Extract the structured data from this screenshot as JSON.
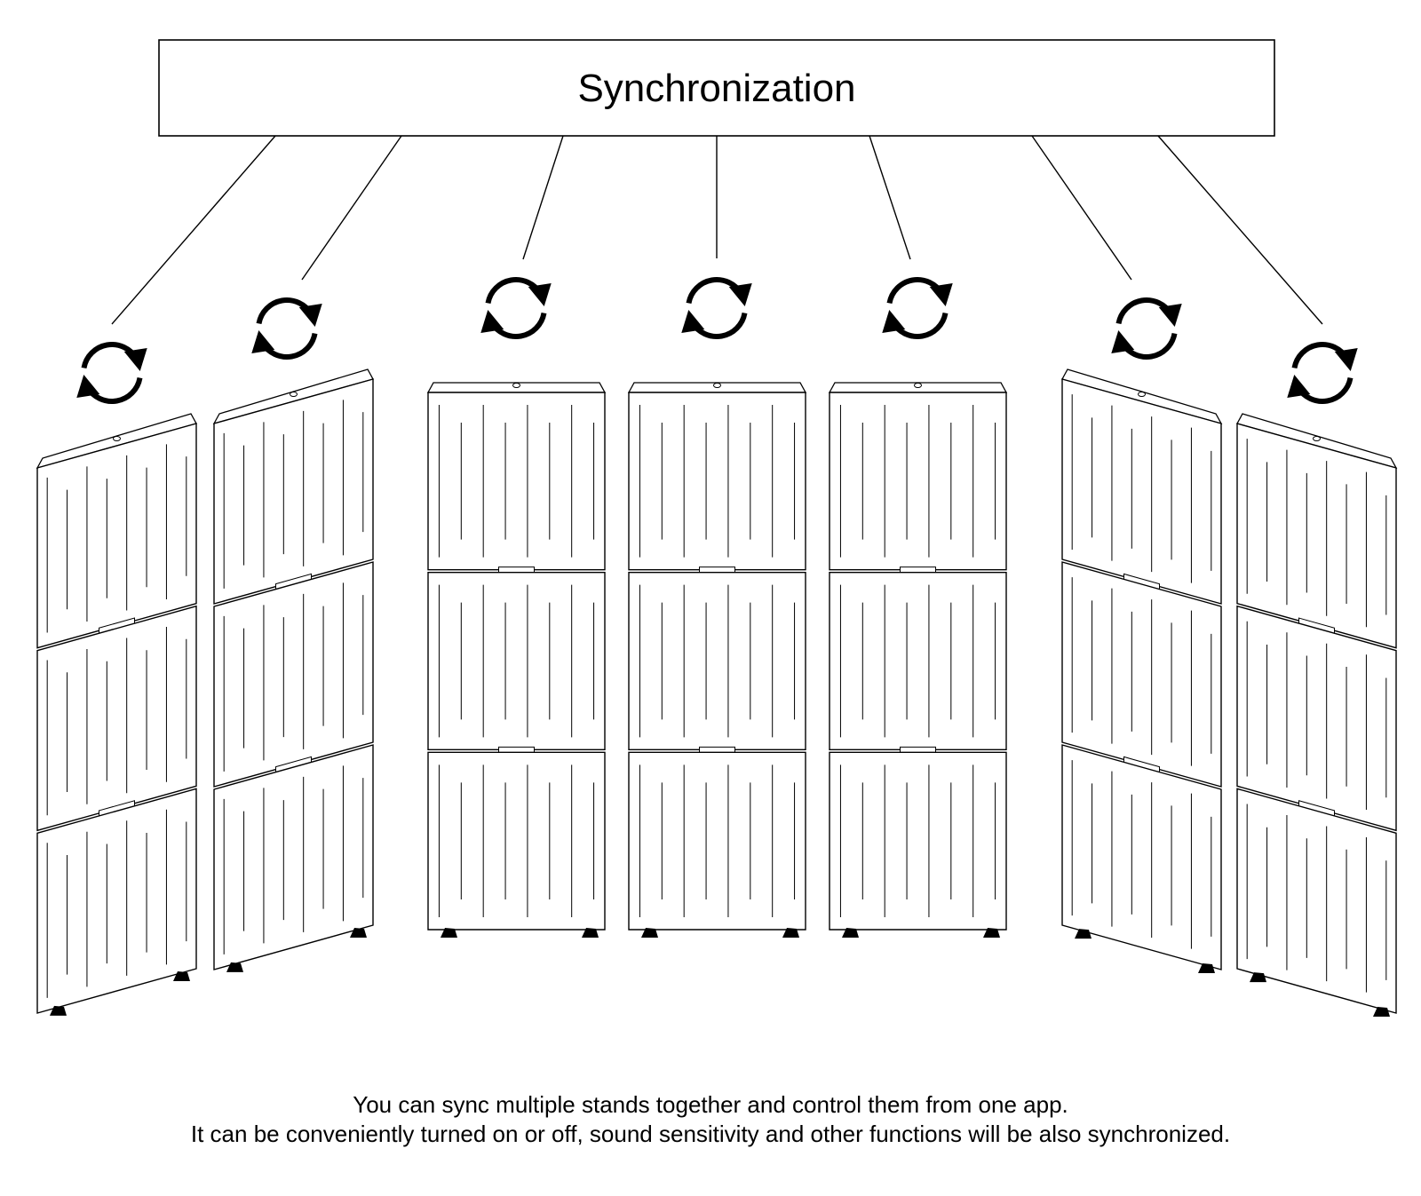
{
  "diagram": {
    "title": "Synchronization",
    "stand_count": 7,
    "sync_icon": "sync-arrows-icon",
    "colors": {
      "line": "#000000",
      "panel_fill": "#ffffff",
      "foot": "#000000"
    }
  },
  "caption": {
    "line1": "You can sync multiple stands together and control them from one app.",
    "line2": "It can be conveniently turned on or off, sound sensitivity and other functions will be also synchronized."
  }
}
